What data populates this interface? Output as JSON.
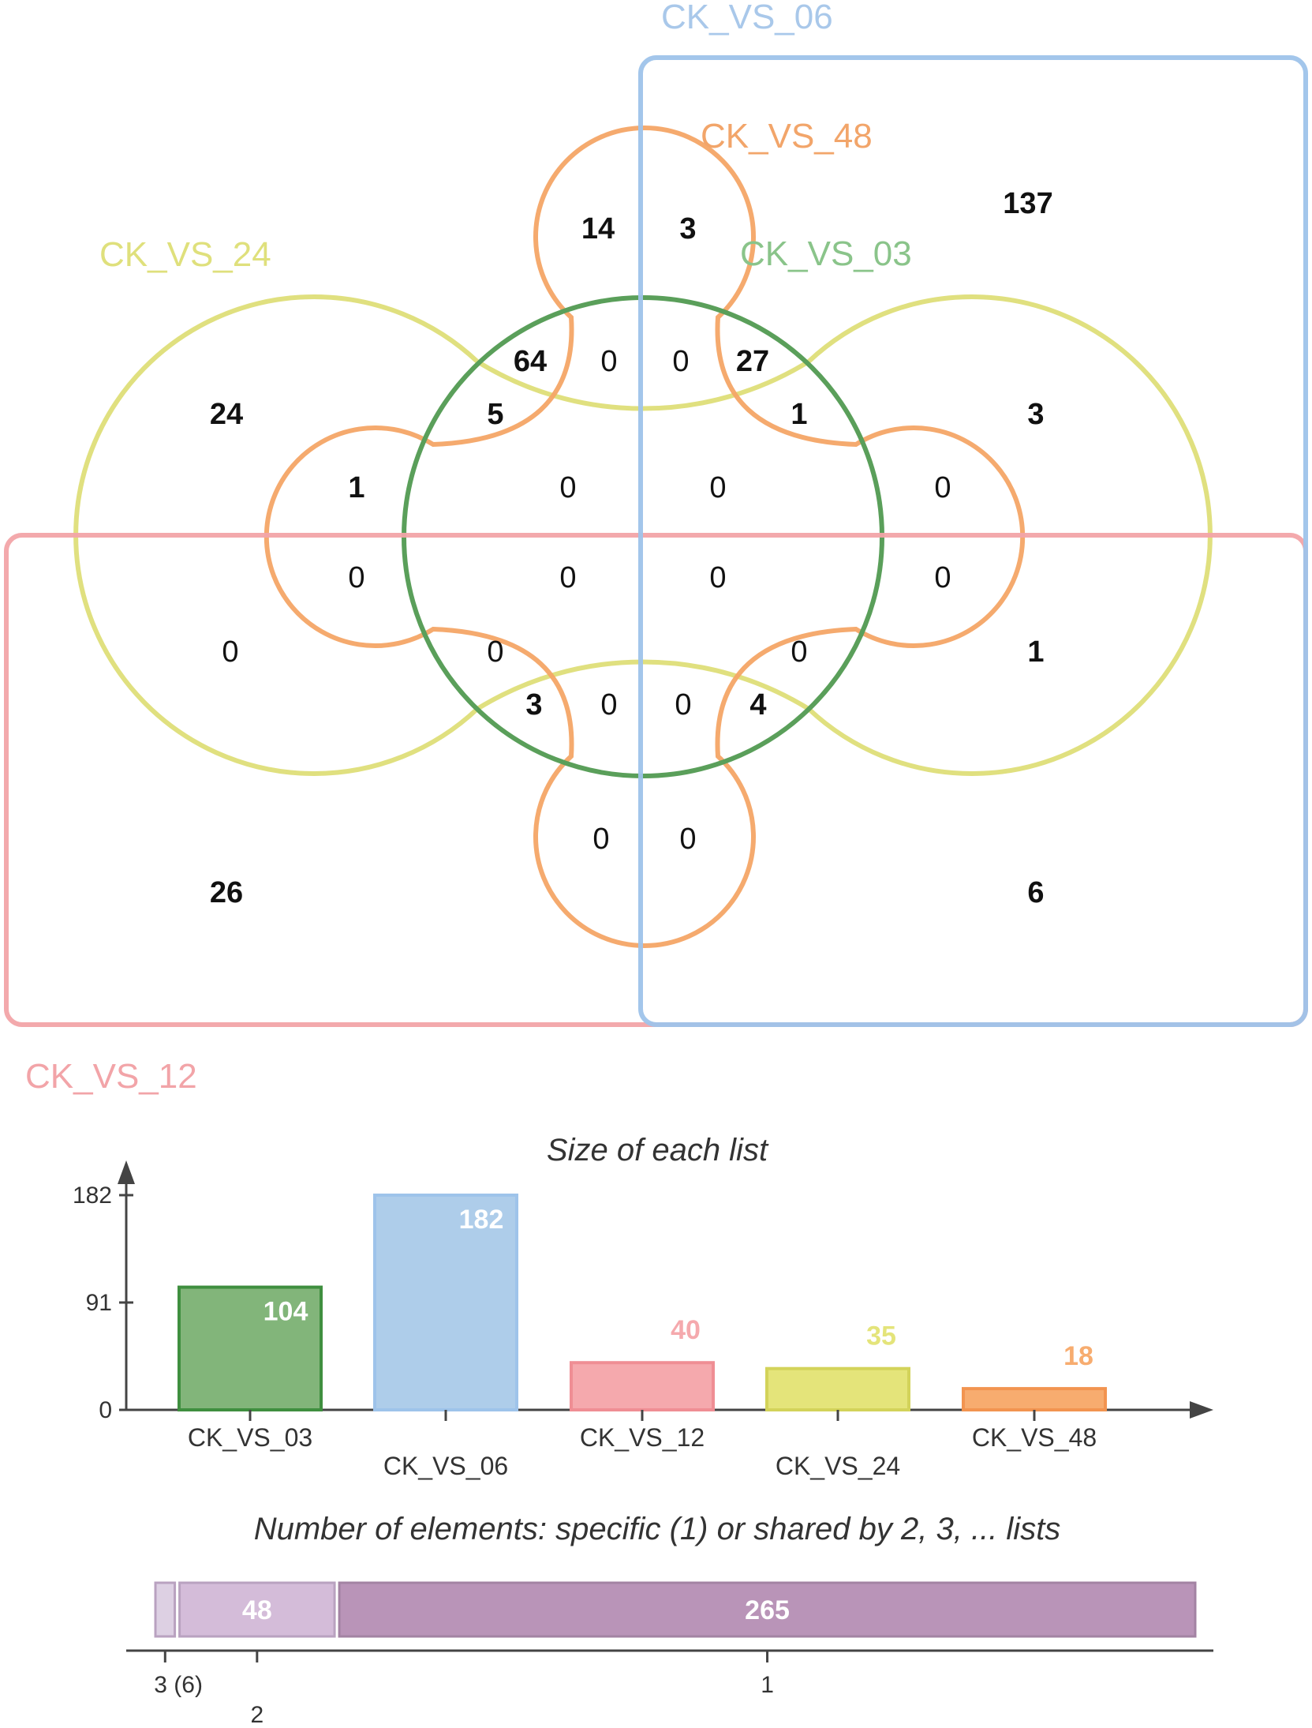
{
  "venn": {
    "set_labels": [
      {
        "key": "CK_VS_06",
        "text": "CK_VS_06",
        "color": "#a9c8ea"
      },
      {
        "key": "CK_VS_48",
        "text": "CK_VS_48",
        "color": "#f2a56a"
      },
      {
        "key": "CK_VS_24",
        "text": "CK_VS_24",
        "color": "#dfe07c"
      },
      {
        "key": "CK_VS_03",
        "text": "CK_VS_03",
        "color": "#8ac48a"
      },
      {
        "key": "CK_VS_12",
        "text": "CK_VS_12",
        "color": "#f2a4a8"
      }
    ],
    "region_counts": [
      "14",
      "3",
      "137",
      "64",
      "0",
      "0",
      "27",
      "24",
      "5",
      "1",
      "3",
      "1",
      "0",
      "0",
      "0",
      "0",
      "0",
      "0",
      "0",
      "0",
      "0",
      "0",
      "1",
      "3",
      "0",
      "0",
      "4",
      "0",
      "0",
      "26",
      "6"
    ],
    "colors": {
      "CK_VS_03": "#5a9f5a",
      "CK_VS_06": "#9ec3ea",
      "CK_VS_12": "#f2a4a8",
      "CK_VS_24": "#dede78",
      "CK_VS_48": "#f4a566"
    }
  },
  "chart_data": [
    {
      "type": "bar",
      "title": "Size of each list",
      "categories": [
        "CK_VS_03",
        "CK_VS_06",
        "CK_VS_12",
        "CK_VS_24",
        "CK_VS_48"
      ],
      "values": [
        104,
        182,
        40,
        35,
        18
      ],
      "value_labels": [
        "104",
        "182",
        "40",
        "35",
        "18"
      ],
      "yticks": [
        "182",
        "91",
        "0"
      ],
      "ytick_values": [
        182,
        91,
        0
      ],
      "ylim": [
        0,
        182
      ],
      "colors": [
        "#82b57a",
        "#aecdea",
        "#f5a9ad",
        "#e4e47a",
        "#f7ac6f"
      ],
      "grid": false,
      "legend": "none"
    },
    {
      "type": "bar",
      "title": "Number of elements: specific (1) or shared by 2, 3, ... lists",
      "orientation": "horizontal-stacked",
      "categories": [
        "3 (6)",
        "2",
        "1"
      ],
      "values": [
        6,
        48,
        265
      ],
      "value_labels": [
        "",
        "48",
        "265"
      ],
      "colors": [
        "#ddd0e3",
        "#d4bcd9",
        "#b994b8"
      ],
      "grid": false,
      "legend": "none"
    }
  ]
}
